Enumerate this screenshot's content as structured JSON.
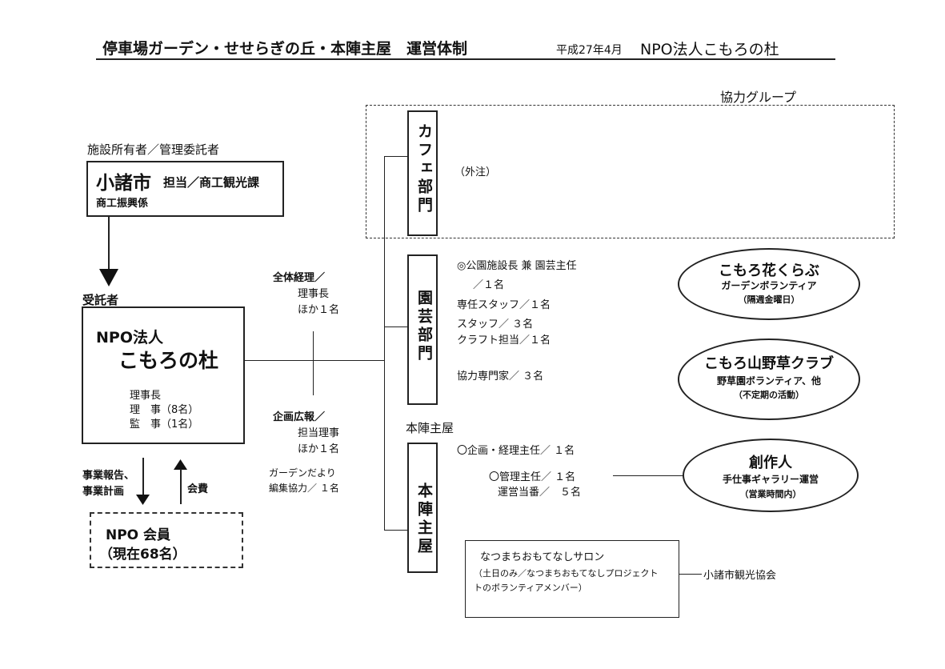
{
  "header": {
    "title": "停車場ガーデン・せせらぎの丘・本陣主屋　運営体制",
    "date": "平成27年4月",
    "org": "NPO法人こもろの杜"
  },
  "left": {
    "owner_label": "施設所有者／管理委託者",
    "city_name": "小諸市",
    "city_dept": "担当／商工観光課",
    "city_section": "商工振興係",
    "trustee_label": "受託者",
    "npo_prefix": "NPO法人",
    "npo_name": "こもろの杜",
    "npo_role1": "理事長",
    "npo_role2": "理　事（8名）",
    "npo_role3": "監　事（1名）",
    "report_line1": "事業報告、",
    "report_line2": "事業計画",
    "fee_label": "会費",
    "member_line1": "NPO 会員",
    "member_line2": "（現在68名）"
  },
  "middle": {
    "accounting_head": "全体経理／",
    "accounting_1": "理事長",
    "accounting_2": "ほか１名",
    "pr_head": "企画広報／",
    "pr_1": "担当理事",
    "pr_2": "ほか１名",
    "newsletter_1": "ガーデンだより",
    "newsletter_2": "編集協力／ １名"
  },
  "coop_group_label": "協力グループ",
  "cafe": {
    "label": "カフェ部門",
    "note": "（外注）"
  },
  "garden": {
    "label": "園芸部門",
    "line1": "◎公園施設長 兼 園芸主任",
    "line2": "／１名",
    "line3": "専任スタッフ／１名",
    "line4": "スタッフ／ ３名",
    "line5": "クラフト担当／１名",
    "line6": "協力専門家／ ３名"
  },
  "honjin": {
    "section_label": "本陣主屋",
    "label": "本陣主屋",
    "line1": "〇企画・経理主任／ １名",
    "line2": "〇管理主任／ １名",
    "line3": "運営当番／　５名"
  },
  "salon": {
    "line1": "なつまちおもてなしサロン",
    "line2": "（土日のみ／なつまちおもてなしプロジェクト",
    "line3": "トのボランティアメンバー）",
    "partner": "小諸市観光協会"
  },
  "ovals": {
    "hana_title": "こもろ花くらぶ",
    "hana_sub": "ガーデンボランティア",
    "hana_note": "（隔週金曜日）",
    "yasou_title": "こもろ山野草クラブ",
    "yasou_sub": "野草園ボランティア、他",
    "yasou_note": "（不定期の活動）",
    "sousaku_title": "創作人",
    "sousaku_sub": "手仕事ギャラリー運営",
    "sousaku_note": "（営業時間内）"
  }
}
